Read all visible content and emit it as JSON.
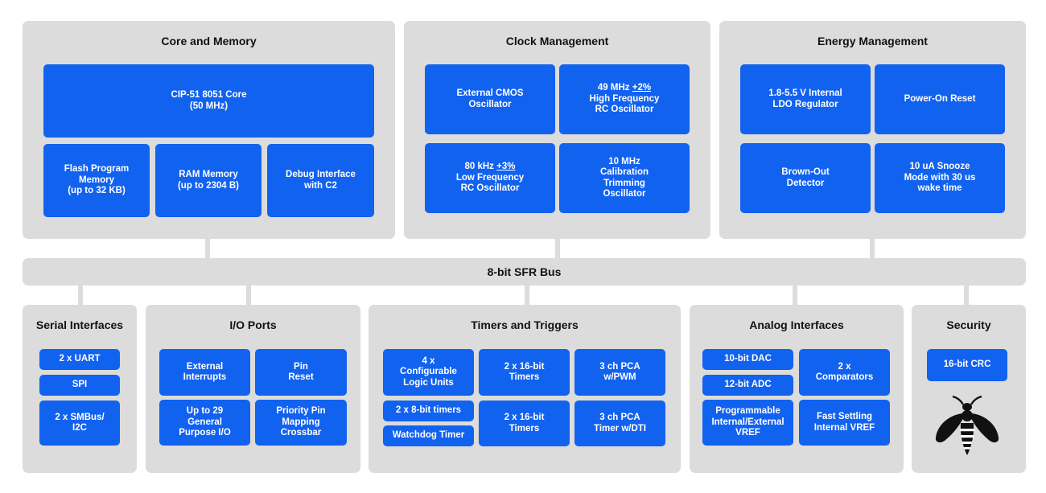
{
  "core": {
    "title": "Core and Memory",
    "cip51": "CIP-51 8051 Core\n(50 MHz)",
    "flash": "Flash Program\nMemory\n(up to 32 KB)",
    "ram": "RAM Memory\n(up to 2304 B)",
    "debug": "Debug Interface\nwith C2"
  },
  "clock": {
    "title": "Clock Management",
    "cmos": "External CMOS\nOscillator",
    "hf_line1": "49 MHz ",
    "hf_tol": "+2%",
    "hf_rest": "High Frequency\nRC Oscillator",
    "lf_line1": "80 kHz ",
    "lf_tol": "+3%",
    "lf_rest": "Low Frequency\nRC Oscillator",
    "cal": "10 MHz\nCalibration\nTrimming\nOscillator"
  },
  "energy": {
    "title": "Energy Management",
    "ldo": "1.8-5.5 V Internal\nLDO Regulator",
    "por": "Power-On Reset",
    "bod": "Brown-Out\nDetector",
    "snooze": "10 uA Snooze\nMode with 30 us\nwake time"
  },
  "bus": {
    "label": "8-bit SFR Bus"
  },
  "serial": {
    "title": "Serial Interfaces",
    "uart": "2 x UART",
    "spi": "SPI",
    "smbus": "2 x SMBus/\nI2C"
  },
  "io": {
    "title": "I/O Ports",
    "ext_int": "External\nInterrupts",
    "pin_reset": "Pin\nReset",
    "gpio": "Up to 29\nGeneral\nPurpose I/O",
    "crossbar": "Priority Pin\nMapping\nCrossbar"
  },
  "timers": {
    "title": "Timers and Triggers",
    "clu": "4 x\nConfigurable\nLogic Units",
    "t16a": "2 x 16-bit\nTimers",
    "pca_pwm": "3 ch PCA\nw/PWM",
    "t8": "2 x 8-bit timers",
    "wdt": "Watchdog Timer",
    "t16b": "2 x 16-bit\nTimers",
    "pca_dti": "3 ch PCA\nTimer w/DTI"
  },
  "analog": {
    "title": "Analog Interfaces",
    "dac": "10-bit DAC",
    "adc": "12-bit ADC",
    "comparators": "2 x\nComparators",
    "vref_prog": "Programmable\nInternal/External\nVREF",
    "vref_fast": "Fast Settling\nInternal VREF"
  },
  "security": {
    "title": "Security",
    "crc": "16-bit CRC",
    "logo_icon": "bee-icon"
  },
  "colors": {
    "block": "#1262f0",
    "panel": "#dcdcdc",
    "text": "#111111"
  }
}
